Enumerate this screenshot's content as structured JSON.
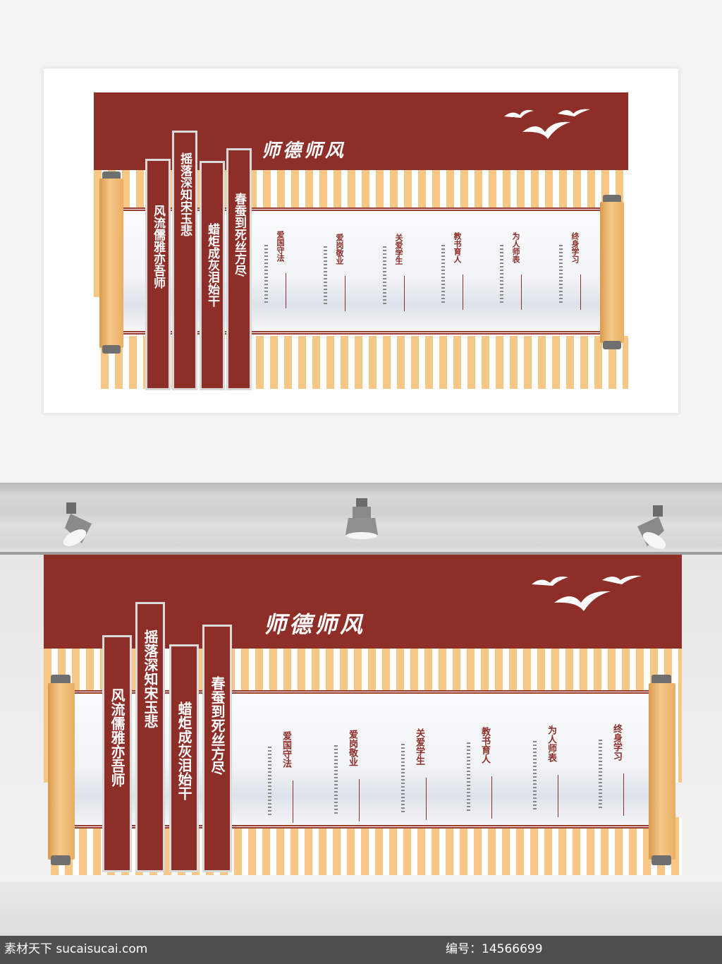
{
  "board": {
    "title": "师德师风",
    "columns": [
      "风流儒雅亦吾师",
      "摇落深知宋玉悲",
      "蜡炬成灰泪始干",
      "春蚕到死丝方尽"
    ],
    "items": [
      {
        "label": "爱国守法"
      },
      {
        "label": "爱岗敬业"
      },
      {
        "label": "关爱学生"
      },
      {
        "label": "教书育人"
      },
      {
        "label": "为人师表"
      },
      {
        "label": "终身学习"
      }
    ]
  },
  "watermark": {
    "site": "素材天下 sucaisucai.com",
    "id_text": "编号：14566699"
  },
  "colors": {
    "accent": "#8e2e28",
    "slat": "#f7c786",
    "roller": "#f0bd7a"
  },
  "icons": [
    "bird-icon",
    "spotlight-icon"
  ]
}
